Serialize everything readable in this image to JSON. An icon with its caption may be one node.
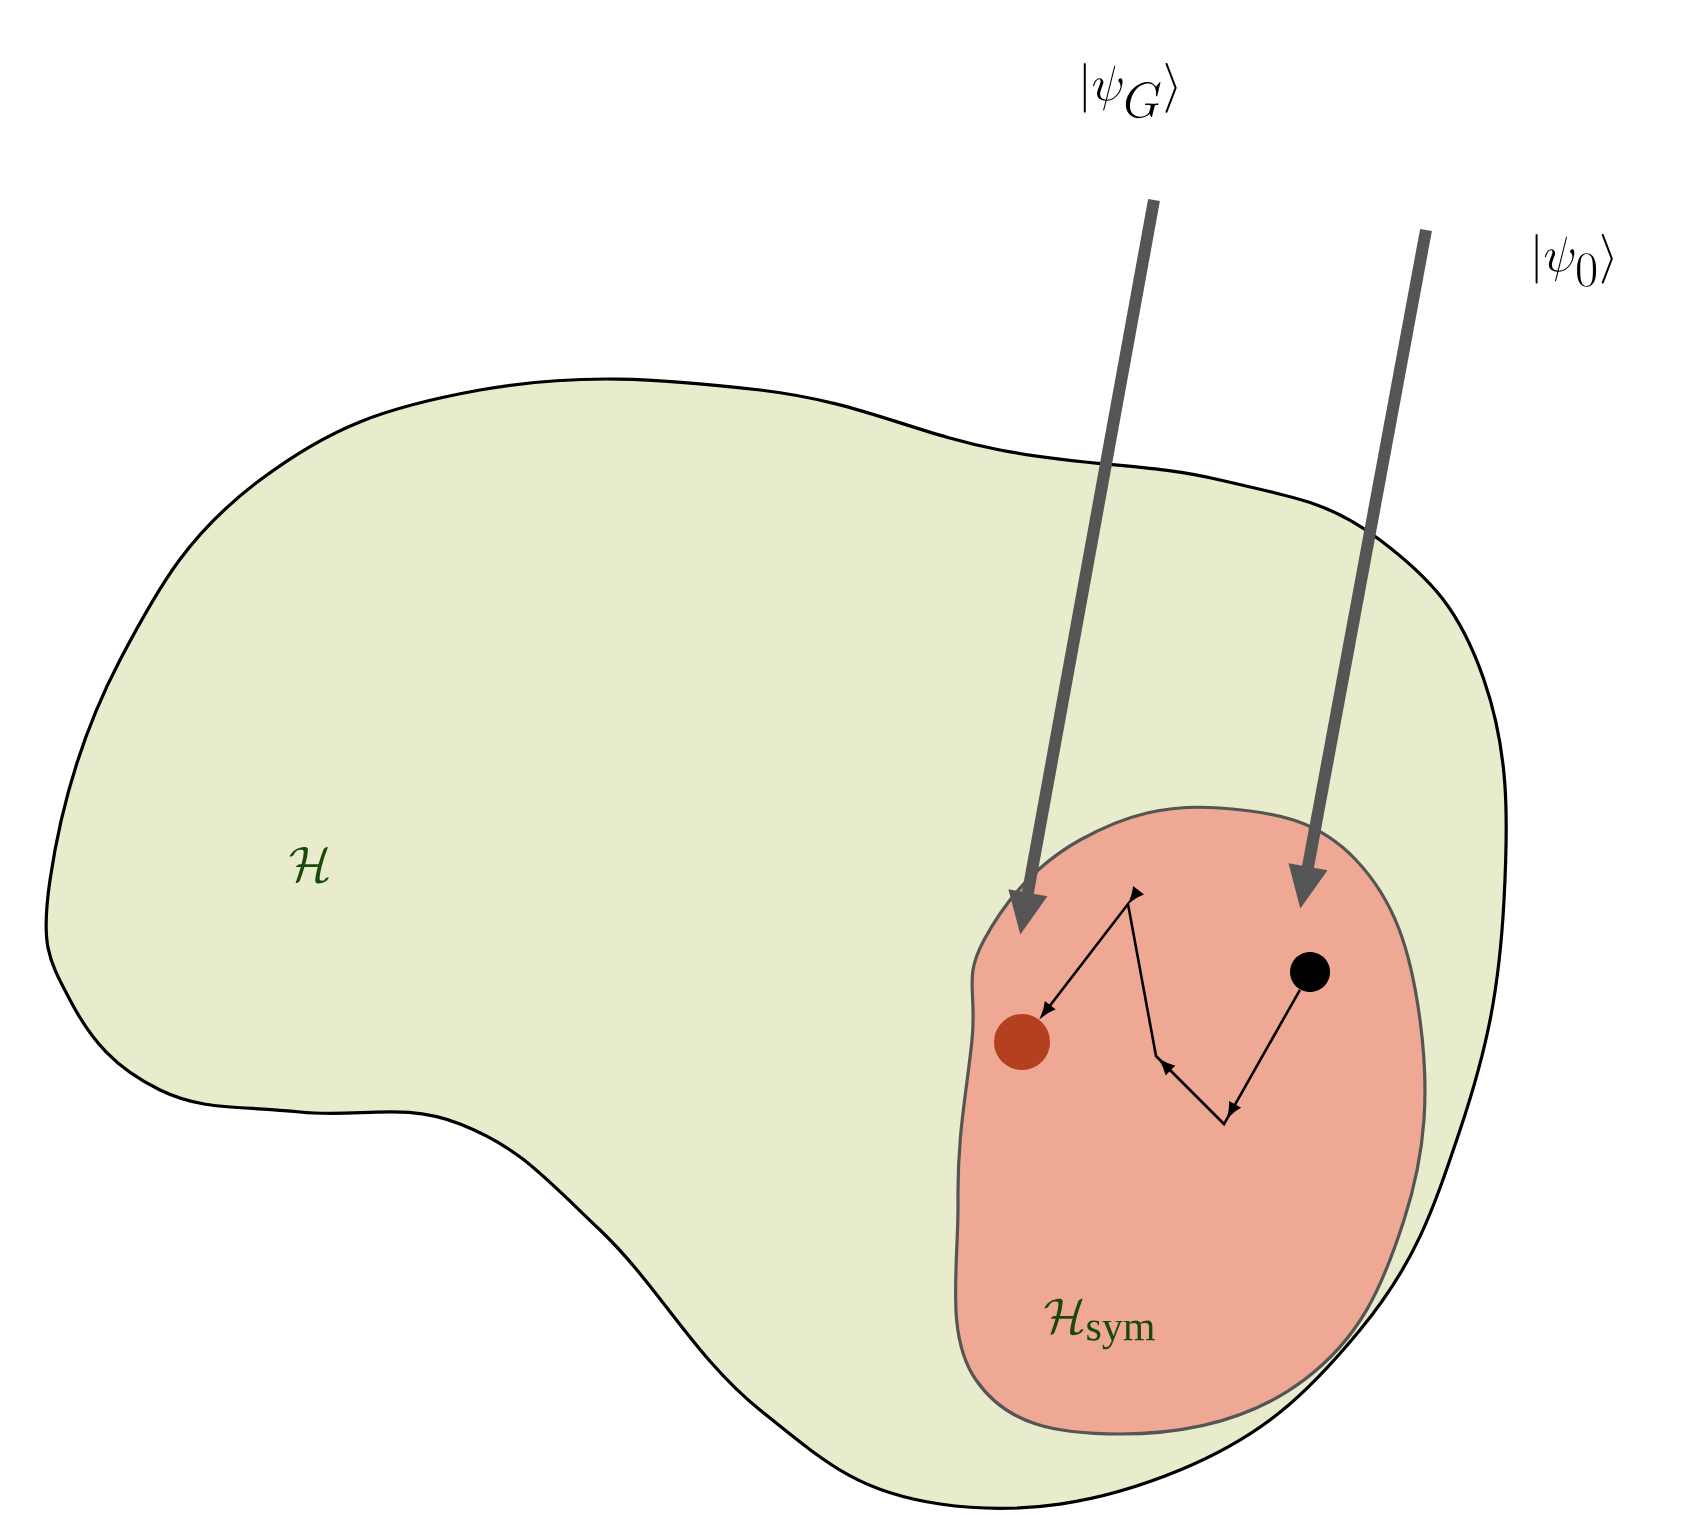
{
  "diagram": {
    "nodes": [
      {
        "text": [
          "\\mathcal{H}"
        ]
      },
      {
        "text": [
          "\\mathcal{H}_{\\mathrm{sym}}"
        ],
        "in": 0
      },
      {
        "text": [
          "|\\psi_G\\rangle"
        ]
      },
      {
        "text": [
          "|\\psi_0\\rangle"
        ]
      },
      {
        "text": [],
        "shape": "circle",
        "in": 1
      },
      {
        "text": [],
        "shape": "circle",
        "in": 1
      }
    ],
    "edges": [
      {
        "from": 2,
        "to": 1,
        "arrow": "to"
      },
      {
        "from": 3,
        "to": 1,
        "arrow": "to"
      },
      {
        "from": 5,
        "to": 4,
        "arrow": "to",
        "color": "#000000"
      }
    ]
  }
}
